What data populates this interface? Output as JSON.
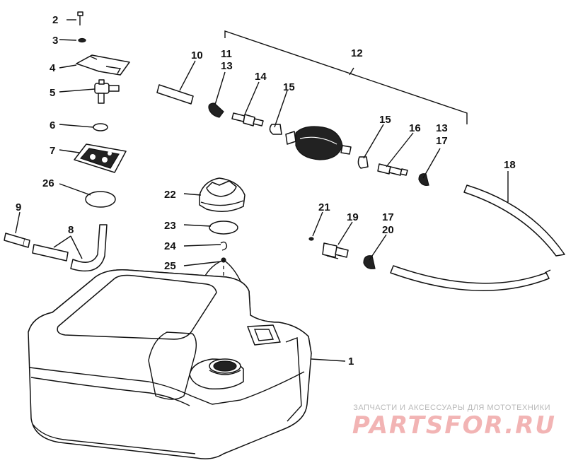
{
  "callouts": {
    "c1": "1",
    "c2": "2",
    "c3": "3",
    "c4": "4",
    "c5": "5",
    "c6": "6",
    "c7": "7",
    "c8": "8",
    "c9": "9",
    "c10": "10",
    "c11": "11",
    "c12": "12",
    "c13a": "13",
    "c13b": "13",
    "c14": "14",
    "c15a": "15",
    "c15b": "15",
    "c16": "16",
    "c17a": "17",
    "c17b": "17",
    "c18": "18",
    "c19": "19",
    "c20": "20",
    "c21": "21",
    "c22": "22",
    "c23": "23",
    "c24": "24",
    "c25": "25",
    "c26": "26"
  },
  "watermark": {
    "tagline": "ЗАПЧАСТИ И АКСЕССУАРЫ ДЛЯ МОТОТЕХНИКИ",
    "logo": "PARTSFOR.RU"
  },
  "colors": {
    "line": "#111111",
    "watermark_logo": "#f2b4b4",
    "watermark_text": "#b8b8b8"
  }
}
